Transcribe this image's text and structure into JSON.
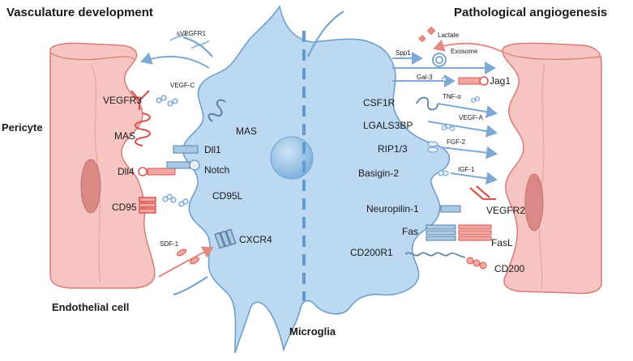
{
  "titles": {
    "left": "Vasculature development",
    "right": "Pathological angiogenesis"
  },
  "cells": {
    "pericyte": "Pericyte",
    "endothelial": "Endothelial cell",
    "microglia": "Microglia"
  },
  "left_labels": {
    "vegfr3": "VEGFR3",
    "mas_pericyte": "MAS",
    "dll4": "Dll4",
    "cd95": "CD95",
    "mas_microglia": "MAS",
    "dll1": "Dll1",
    "notch": "Notch",
    "cd95l": "CD95L",
    "cxcr4": "CXCR4",
    "svegfr1": "sVEGFR1",
    "vegf_c": "VEGF-C",
    "sdf_1": "SDF-1"
  },
  "right_labels": {
    "lactate": "Lactate",
    "spp1": "Spp1",
    "exosome": "Exosome",
    "gal3": "Gal-3",
    "jag1": "Jag1",
    "csf1r": "CSF1R",
    "tnf_a": "TNF-α",
    "lgals3bp": "LGALS3BP",
    "vegf_a": "VEGF-A",
    "rip13": "RIP1/3",
    "fgf2": "FGF-2",
    "basigin2": "Basigin-2",
    "igf1": "IGF-1",
    "neuropilin1": "Neuropilin-1",
    "vegfr2": "VEGFR2",
    "fas": "Fas",
    "fasl": "FasL",
    "cd200r1": "CD200R1",
    "cd200": "CD200"
  },
  "colors": {
    "vessel_fill": "#f6c5c1",
    "vessel_stroke": "#d97b75",
    "nucleus_fill": "#d98a86",
    "microglia_fill": "#bcd9f1",
    "microglia_stroke": "#6f9fcf",
    "microglia_nucleus": "#8fbde5",
    "divider": "#5f9ad3",
    "arrow_blue": "#7ea9d3",
    "arrow_red": "#e08b86"
  }
}
